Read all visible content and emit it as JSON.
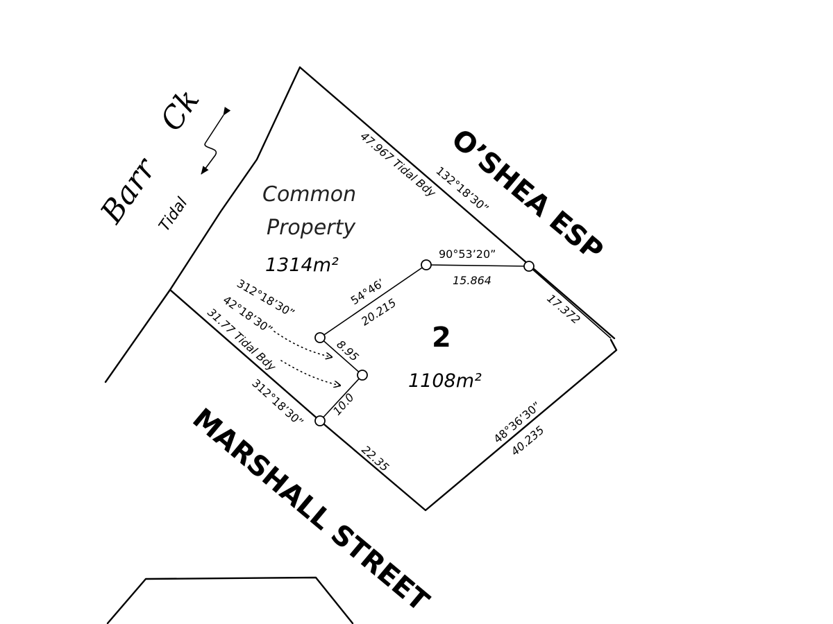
{
  "roads": {
    "oshea": "O’SHEA ESP",
    "marshall": "MARSHALL STREET"
  },
  "creek": {
    "word1": "Barr",
    "word2": "Ck",
    "tidal": "Tidal"
  },
  "common_property": {
    "line1": "Common",
    "line2": "Property",
    "area": "1314m²"
  },
  "lot": {
    "number": "2",
    "area": "1108m²"
  },
  "dimensions": {
    "top_boundary": "47.967 Tidal Bdy",
    "top_bearing": "132°18’30”",
    "inner_top_bearing": "90°53’20”",
    "inner_top_distance": "15.864",
    "right_top_distance": "17.372",
    "inner_diag_bearing": "54°46’",
    "inner_diag_distance": "20.215",
    "short_1": "8.95",
    "short_2": "10.0",
    "cp_bearing_1": "312°18’30”",
    "cp_bearing_2": "42°18’30”",
    "cp_boundary": "31.77 Tidal Bdy",
    "marshall_bearing": "312°18’30”",
    "marshall_distance": "22.35",
    "right_bottom_bearing": "48°36’30”",
    "right_bottom_distance": "40.235"
  }
}
